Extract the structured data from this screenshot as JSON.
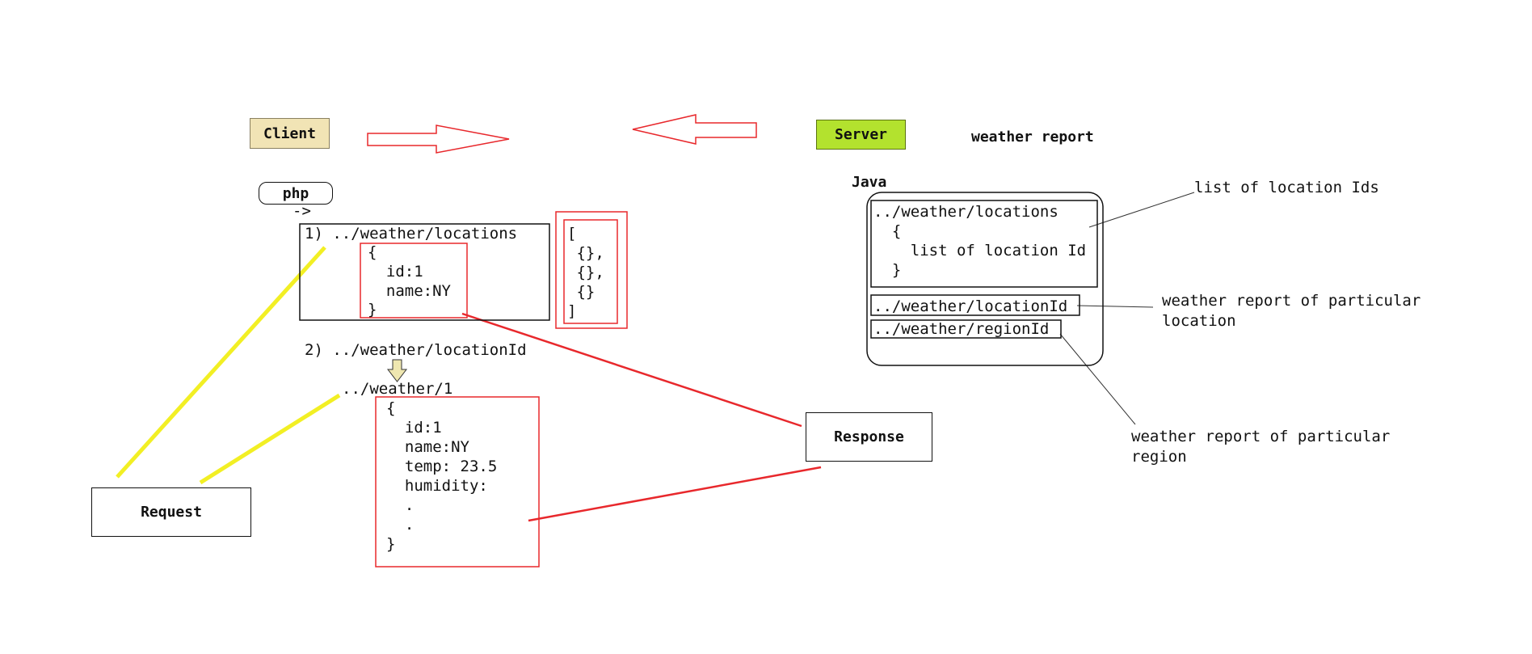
{
  "title": "weather report",
  "tags": {
    "client": "Client",
    "server": "Server",
    "php": "php",
    "java": "Java",
    "request": "Request",
    "response": "Response"
  },
  "colors": {
    "client_fill": "#f1e4b5",
    "server_fill": "#b3e22e",
    "red": "#e8282c",
    "yellow": "#f2ef24",
    "box": "#111111",
    "down_arrow_fill": "#efe7b0"
  },
  "client": {
    "small_arrow": "->",
    "endpoint1": "1) ../weather/locations",
    "endpoint1_body": [
      "{",
      "  id:1",
      "  name:NY",
      "}"
    ],
    "list_body": [
      "[",
      " {},",
      " {},",
      " {}",
      "]"
    ],
    "endpoint2": "2) ../weather/locationId",
    "example_url": "../weather/1",
    "example_body": [
      "{",
      "  id:1",
      "  name:NY",
      "  temp: 23.5",
      "  humidity:",
      "  .",
      "  .",
      "}"
    ]
  },
  "server": {
    "locations_url": "../weather/locations",
    "locations_body": [
      "  {",
      "    list of location Id",
      "  }"
    ],
    "location_id_url": "../weather/locationId",
    "region_id_url": "../weather/regionId"
  },
  "annotations": {
    "list_ids": "list of location Ids",
    "location_report": [
      "weather report of particular",
      "location"
    ],
    "region_report": [
      "weather report of particular",
      "region"
    ]
  }
}
